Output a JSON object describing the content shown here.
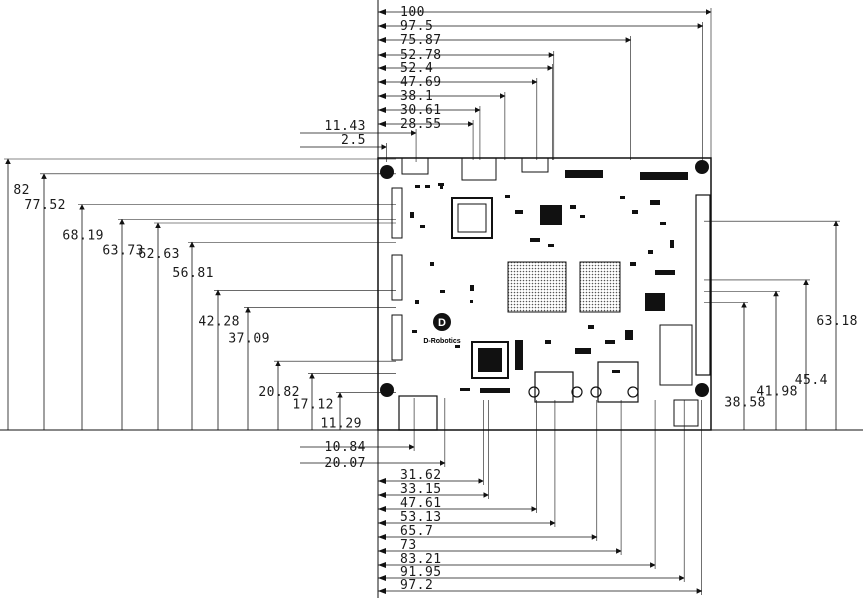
{
  "board": {
    "logo_text": "D-Robotics",
    "logo_mark": "D"
  },
  "dimensions": {
    "top": [
      "100",
      "97.5",
      "75.87",
      "52.78",
      "52.4",
      "47.69",
      "38.1",
      "30.61",
      "28.55"
    ],
    "top_left": [
      "11.43",
      "2.5"
    ],
    "left": [
      "82",
      "77.52",
      "68.19",
      "63.73",
      "62.63",
      "56.81",
      "42.28",
      "37.09",
      "20.82",
      "17.12",
      "11.29"
    ],
    "right": [
      "63.18",
      "45.4",
      "41.98",
      "38.58"
    ],
    "bottom_left": [
      "10.84",
      "20.07"
    ],
    "bottom": [
      "31.62",
      "33.15",
      "47.61",
      "53.13",
      "65.7",
      "73",
      "83.21",
      "91.95",
      "97.2"
    ]
  }
}
